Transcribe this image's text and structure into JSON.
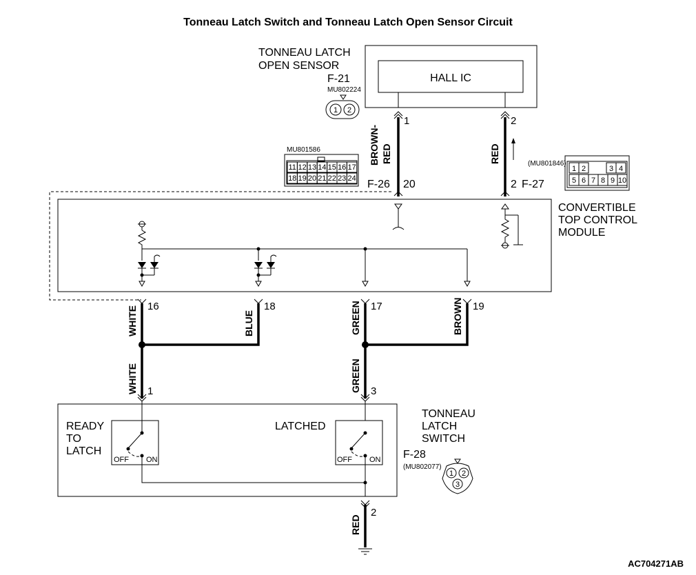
{
  "title": "Tonneau Latch Switch and Tonneau Latch Open Sensor Circuit",
  "sensor": {
    "name_line1": "TONNEAU LATCH",
    "name_line2": "OPEN SENSOR",
    "connector": "F-21",
    "part_no": "MU802224",
    "ic_label": "HALL IC",
    "connector_pins": [
      "1",
      "2"
    ]
  },
  "module": {
    "name_line1": "CONVERTIBLE",
    "name_line2": "TOP CONTROL",
    "name_line3": "MODULE",
    "connector_a": "F-26",
    "connector_a_part": "MU801586",
    "connector_a_pins_top": [
      "11",
      "12",
      "13",
      "14",
      "15",
      "16",
      "17"
    ],
    "connector_a_pins_bottom": [
      "18",
      "19",
      "20",
      "21",
      "22",
      "23",
      "24"
    ],
    "connector_b": "F-27",
    "connector_b_part": "(MU801846)",
    "connector_b_pins_top": [
      "1",
      "2",
      "3",
      "4"
    ],
    "connector_b_pins_bottom": [
      "5",
      "6",
      "7",
      "8",
      "9",
      "10"
    ]
  },
  "wires": {
    "sensor_pin1": "1",
    "sensor_pin2": "2",
    "brown_red_line1": "BROWN-",
    "brown_red_line2": "RED",
    "red_upper": "RED",
    "pin20": "20",
    "pin2_f27": "2",
    "pin16": "16",
    "pin18": "18",
    "pin17": "17",
    "pin19": "19",
    "white_upper": "WHITE",
    "blue": "BLUE",
    "green_upper": "GREEN",
    "brown": "BROWN",
    "white_lower": "WHITE",
    "green_lower": "GREEN",
    "switch_pin1": "1",
    "switch_pin3": "3",
    "ground_pin": "2",
    "red_lower": "RED"
  },
  "switch": {
    "name_line1": "TONNEAU",
    "name_line2": "LATCH",
    "name_line3": "SWITCH",
    "connector": "F-28",
    "part_no": "(MU802077)",
    "left_label_line1": "READY",
    "left_label_line2": "TO",
    "left_label_line3": "LATCH",
    "right_label": "LATCHED",
    "off_label": "OFF",
    "on_label": "ON",
    "connector_pins": [
      "1",
      "2",
      "3"
    ]
  },
  "figure_code": "AC704271AB"
}
